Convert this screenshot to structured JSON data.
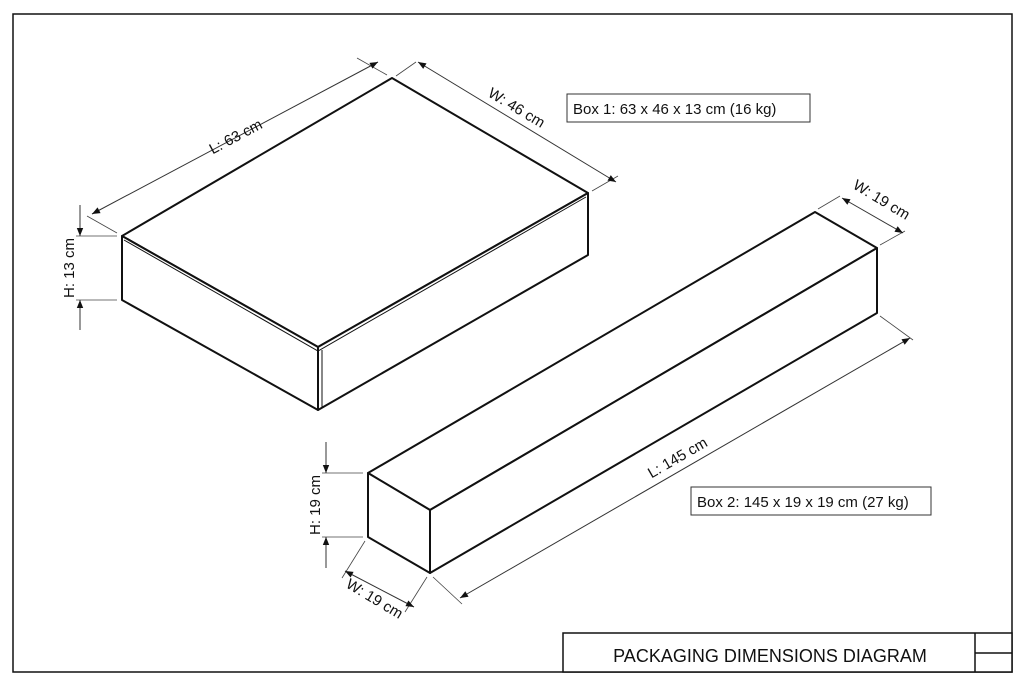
{
  "box1": {
    "length_label": "L: 63 cm",
    "width_label": "W: 46 cm",
    "height_label": "H: 13 cm",
    "summary": "Box 1: 63 x 46 x 13 cm (16 kg)"
  },
  "box2": {
    "length_label": "L: 145 cm",
    "width_top_label": "W: 19 cm",
    "width_bottom_label": "W: 19 cm",
    "height_label": "H: 19 cm",
    "summary": "Box 2: 145 x 19 x 19 cm (27 kg)"
  },
  "title_block": {
    "title": "PACKAGING DIMENSIONS DIAGRAM"
  }
}
